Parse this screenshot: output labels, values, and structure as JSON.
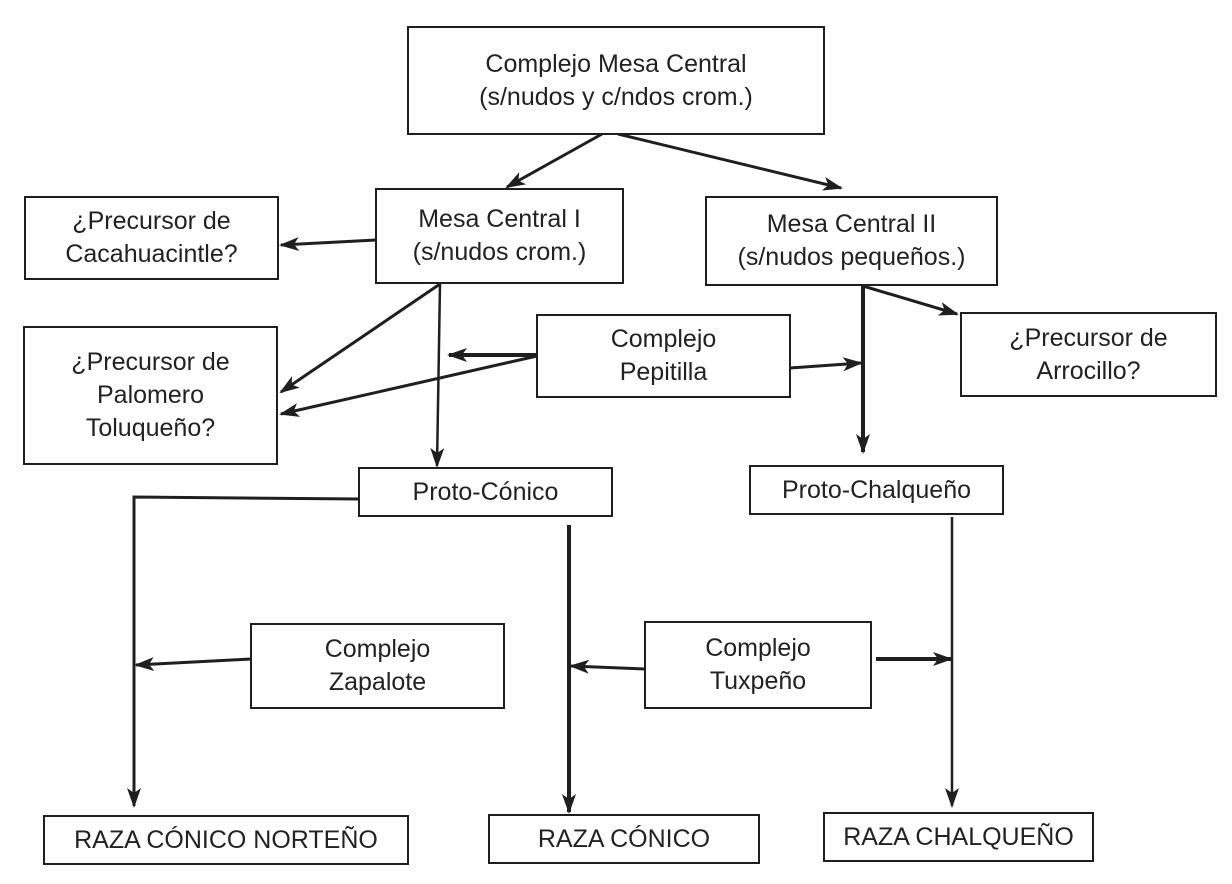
{
  "diagram": {
    "colors": {
      "line": "#1f1f1f",
      "text": "#222222",
      "background": "#ffffff"
    },
    "nodes": {
      "mesa_central": {
        "lines": [
          "Complejo Mesa Central",
          "(s/nudos y c/ndos crom.)"
        ]
      },
      "mesa_central_1": {
        "lines": [
          "Mesa Central I",
          "(s/nudos crom.)"
        ]
      },
      "mesa_central_2": {
        "lines": [
          "Mesa Central II",
          "(s/nudos pequeños.)"
        ]
      },
      "precursor_cacahuacintle": {
        "lines": [
          "¿Precursor de",
          "Cacahuacintle?"
        ]
      },
      "precursor_palomero": {
        "lines": [
          "¿Precursor de",
          "Palomero",
          "Toluqueño?"
        ]
      },
      "complejo_pepitilla": {
        "lines": [
          "Complejo",
          "Pepitilla"
        ]
      },
      "precursor_arrocillo": {
        "lines": [
          "¿Precursor de",
          "Arrocillo?"
        ]
      },
      "proto_conico": {
        "lines": [
          "Proto-Cónico"
        ]
      },
      "proto_chalqueno": {
        "lines": [
          "Proto-Chalqueño"
        ]
      },
      "complejo_zapalote": {
        "lines": [
          "Complejo",
          "Zapalote"
        ]
      },
      "complejo_tuxpeno": {
        "lines": [
          "Complejo",
          "Tuxpeño"
        ]
      },
      "raza_conico_norteno": {
        "lines": [
          "RAZA CÓNICO NORTEÑO"
        ]
      },
      "raza_conico": {
        "lines": [
          "RAZA CÓNICO"
        ]
      },
      "raza_chalqueno": {
        "lines": [
          "RAZA CHALQUEÑO"
        ]
      }
    },
    "edges": [
      {
        "from": "mesa_central",
        "to": "mesa_central_1"
      },
      {
        "from": "mesa_central",
        "to": "mesa_central_2"
      },
      {
        "from": "mesa_central_1",
        "to": "precursor_cacahuacintle"
      },
      {
        "from": "mesa_central_1",
        "to": "precursor_palomero"
      },
      {
        "from": "mesa_central_1",
        "to": "proto_conico"
      },
      {
        "from": "complejo_pepitilla",
        "to": "mesa_central_1 → proto_conico line"
      },
      {
        "from": "complejo_pepitilla",
        "to": "precursor_palomero"
      },
      {
        "from": "complejo_pepitilla",
        "to": "mesa_central_2 → proto_chalqueno line"
      },
      {
        "from": "mesa_central_2",
        "to": "precursor_arrocillo"
      },
      {
        "from": "mesa_central_2",
        "to": "proto_chalqueno"
      },
      {
        "from": "proto_conico",
        "to": "raza_conico_norteno"
      },
      {
        "from": "proto_conico",
        "to": "raza_conico"
      },
      {
        "from": "complejo_zapalote",
        "to": "proto_conico → raza_conico_norteno line"
      },
      {
        "from": "complejo_tuxpeno",
        "to": "proto_conico → raza_conico line"
      },
      {
        "from": "complejo_tuxpeno",
        "to": "proto_chalqueno → raza_chalqueno line"
      },
      {
        "from": "proto_chalqueno",
        "to": "raza_chalqueno"
      }
    ]
  }
}
